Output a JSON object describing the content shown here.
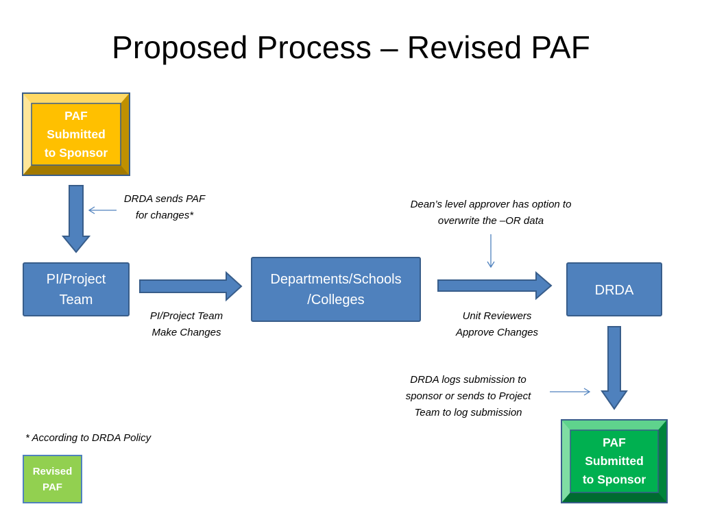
{
  "title": "Proposed Process – Revised PAF",
  "boxes": {
    "paf_top": "PAF\nSubmitted\nto Sponsor",
    "pi_team": "PI/Project\nTeam",
    "departments": "Departments/Schools\n/Colleges",
    "drda": "DRDA",
    "paf_bottom": "PAF\nSubmitted\nto Sponsor"
  },
  "notes": {
    "drda_sends": "DRDA sends PAF\nfor changes*",
    "pi_changes": "PI/Project Team\nMake Changes",
    "deans_level": "Dean’s level approver has option to\noverwrite the –OR data",
    "unit_reviewers": "Unit Reviewers\nApprove Changes",
    "drda_logs": "DRDA logs submission to\nsponsor or sends to Project\nTeam to log submission",
    "footnote": "* According to DRDA Policy"
  },
  "legend": {
    "revised_paf": "Revised\nPAF"
  },
  "colors": {
    "process_box": "#4f81bd",
    "process_border": "#385d8a",
    "start_bevel": "#ffc000",
    "end_bevel": "#00b050",
    "legend_fill": "#92d050",
    "thin_arrow": "#4f81bd"
  }
}
